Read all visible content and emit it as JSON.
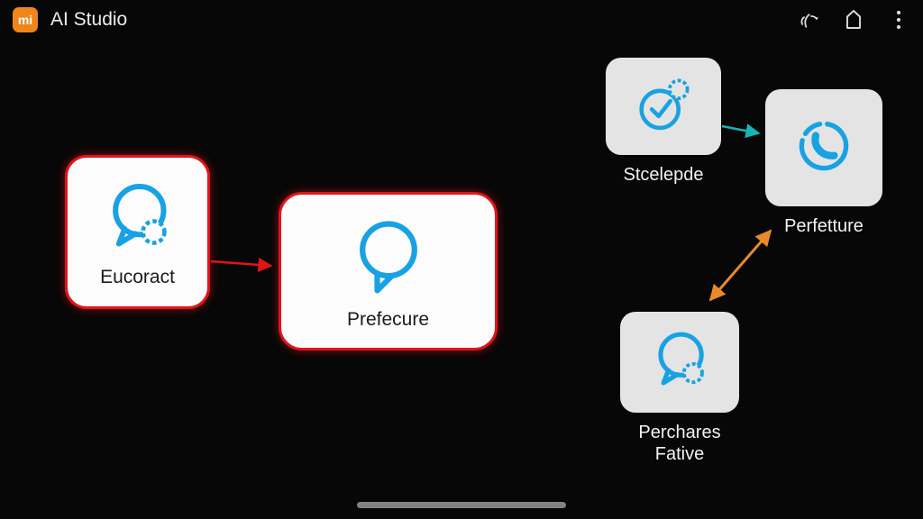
{
  "app": {
    "title": "AI Studio",
    "logo_text": "mi"
  },
  "statusbar": {
    "icons": [
      "wifi-calling",
      "home",
      "more-menu"
    ]
  },
  "canvas": {
    "nodes": [
      {
        "id": "eucoract",
        "label": "Eucoract",
        "icon": "chat-bubble-gear",
        "highlighted": true
      },
      {
        "id": "prefecure",
        "label": "Prefecure",
        "icon": "chat-bubble",
        "highlighted": true
      },
      {
        "id": "stcelepde",
        "label": "Stcelepde",
        "icon": "clock-check-gear",
        "highlighted": false
      },
      {
        "id": "perfetture",
        "label": "Perfetture",
        "icon": "phone-circle",
        "highlighted": false
      },
      {
        "id": "perchares-fative",
        "label": "Perchares Fative",
        "icon": "chat-bubble-gear",
        "highlighted": false
      }
    ],
    "edges": [
      {
        "from": "eucoract",
        "to": "prefecure",
        "color": "#e01418",
        "style": "arrow"
      },
      {
        "from": "stcelepde",
        "to": "perfetture",
        "color": "#17b5b5",
        "style": "arrow"
      },
      {
        "from": "perfetture",
        "to": "perchares-fative",
        "color": "#e8892b",
        "style": "double-arrow"
      }
    ]
  },
  "colors": {
    "background": "#070707",
    "card_white": "#fcfcfc",
    "card_gray": "#e4e4e4",
    "node_border_red": "#e0151b",
    "icon_blue": "#18a2e3",
    "edge_red": "#e01418",
    "edge_teal": "#17b5b5",
    "edge_orange": "#e8892b",
    "logo_orange": "#f0861a"
  }
}
